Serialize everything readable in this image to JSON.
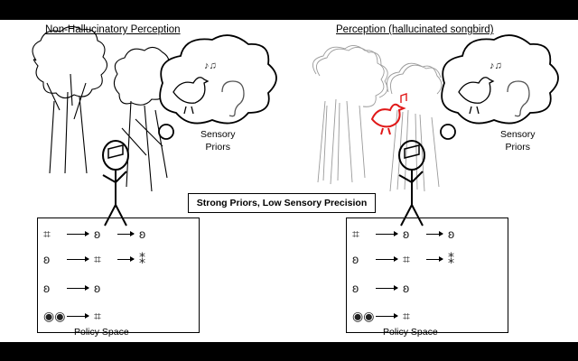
{
  "left_panel": {
    "heading": "Non-Hallucinatory Perception",
    "priors_label_line1": "Sensory",
    "priors_label_line2": "Priors",
    "policy_caption": "Policy Space"
  },
  "right_panel": {
    "heading": "Perception (hallucinated songbird)",
    "priors_label_line1": "Sensory",
    "priors_label_line2": "Priors",
    "policy_caption": "Policy Space"
  },
  "center_label": "Strong Priors, Low Sensory Precision",
  "policy_rows": [
    [
      "binoculars-icon",
      "ear-icon",
      "ear-icon"
    ],
    [
      "ear-icon",
      "binoculars-icon",
      "footprints-icon"
    ],
    [
      "ear-icon",
      "ear-icon"
    ],
    [
      "eyes-icon",
      "binoculars-icon"
    ]
  ],
  "icon_glyphs": {
    "binoculars-icon": "⌗",
    "ear-icon": "ʚ",
    "footprints-icon": "⁑",
    "eyes-icon": "◉◉",
    "music-notes-icon": "♪♫"
  },
  "colors": {
    "background": "#000000",
    "slide": "#ffffff",
    "hallucinated_bird": "#e01818",
    "hazy_trees": "#9a9a9a"
  }
}
